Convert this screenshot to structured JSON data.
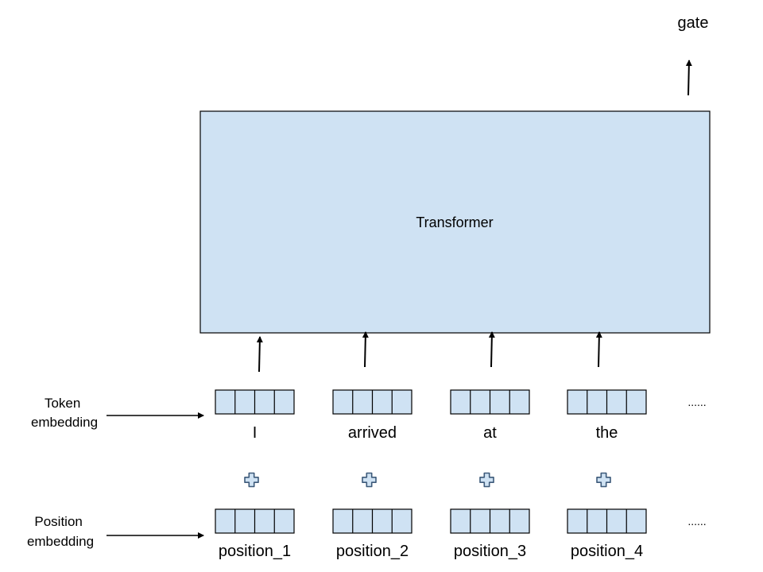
{
  "title": "",
  "output_label": "gate",
  "model_label": "Transformer",
  "token_embedding_label": [
    "Token",
    "embedding"
  ],
  "position_embedding_label": [
    "Position",
    "embedding"
  ],
  "tokens": [
    "I",
    "arrived",
    "at",
    "the"
  ],
  "positions": [
    "position_1",
    "position_2",
    "position_3",
    "position_4"
  ],
  "ellipsis": "......",
  "colors": {
    "box_fill": "#cfe2f3",
    "stroke": "#000000",
    "plus_outline": "#3d5a7a"
  }
}
